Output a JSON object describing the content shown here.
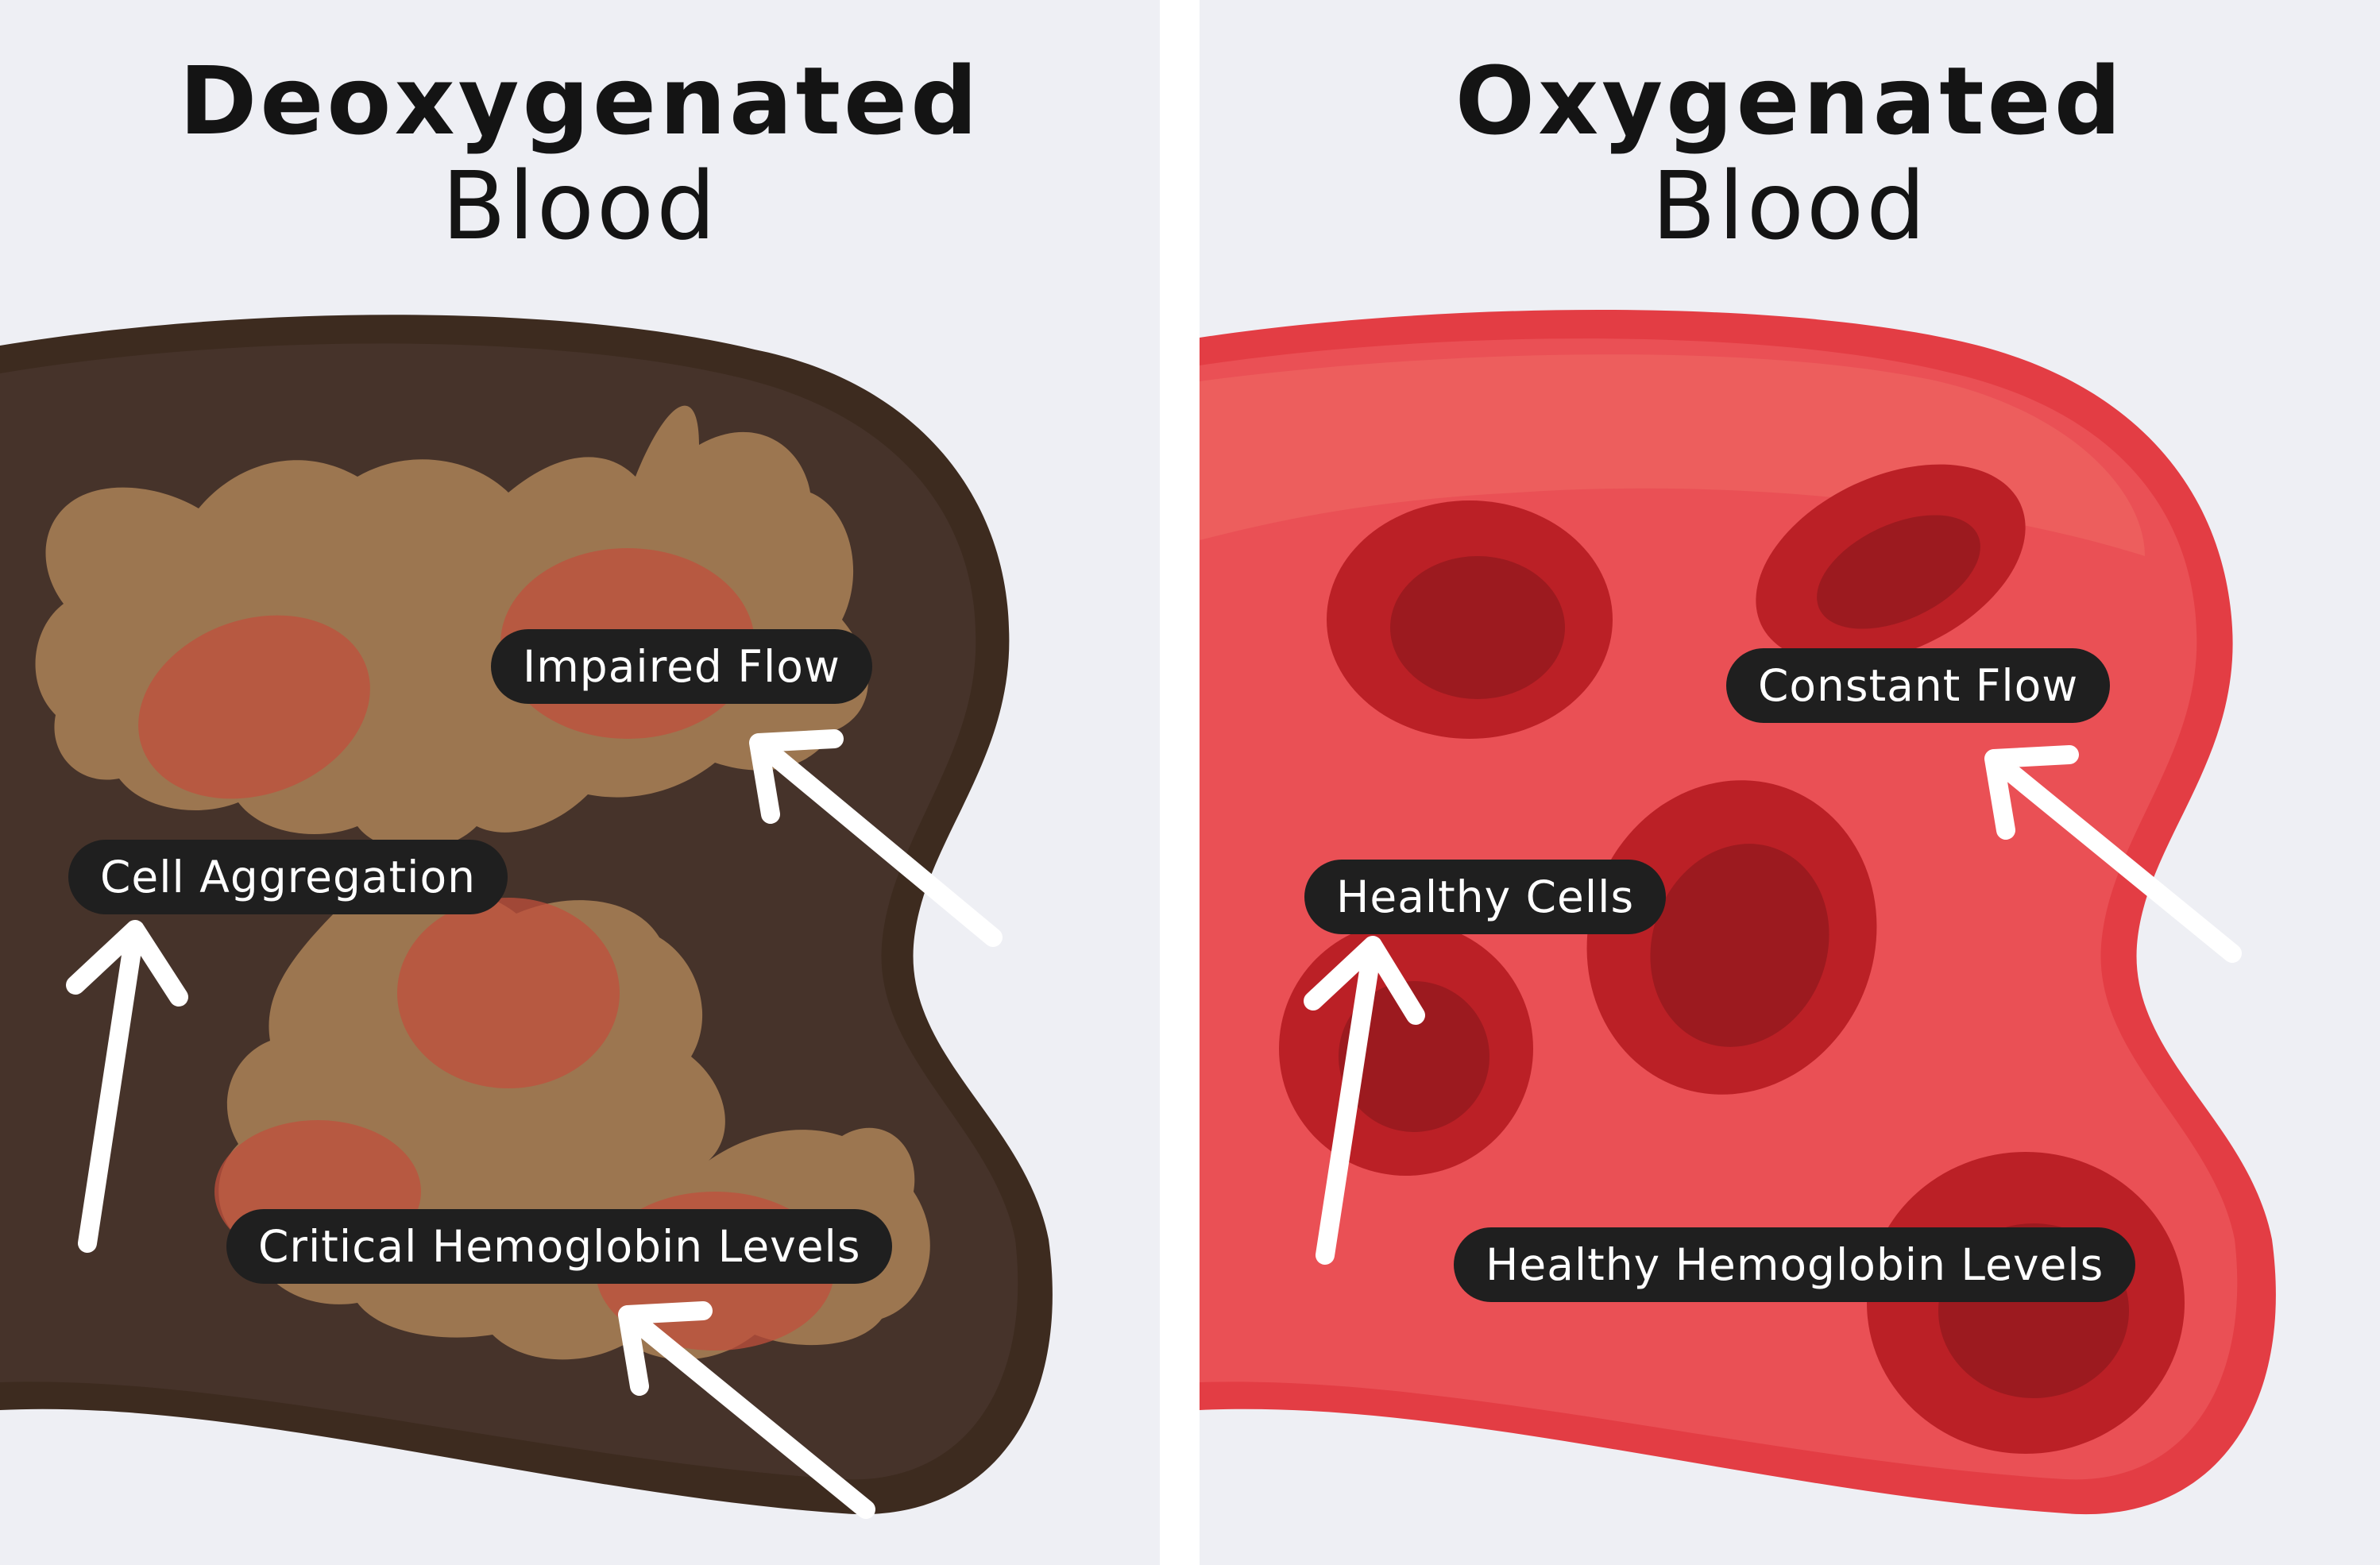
{
  "left_panel": {
    "title_main": "Deoxygenated",
    "title_sub": "Blood",
    "colors": {
      "vessel": "#3d2b1f",
      "cells": "#9c7650",
      "cell_core": "#c0503c"
    },
    "labels": {
      "impaired_flow": "Impaired Flow",
      "cell_aggregation": "Cell Aggregation",
      "critical_hemoglobin": "Critical Hemoglobin Levels"
    }
  },
  "right_panel": {
    "title_main": "Oxygenated",
    "title_sub": "Blood",
    "colors": {
      "vessel": "#e33d44",
      "plasma": "#ea5055",
      "cell": "#bb2026",
      "cell_core": "#9c1a1f"
    },
    "labels": {
      "constant_flow": "Constant Flow",
      "healthy_cells": "Healthy Cells",
      "healthy_hemoglobin": "Healthy Hemoglobin Levels"
    }
  }
}
